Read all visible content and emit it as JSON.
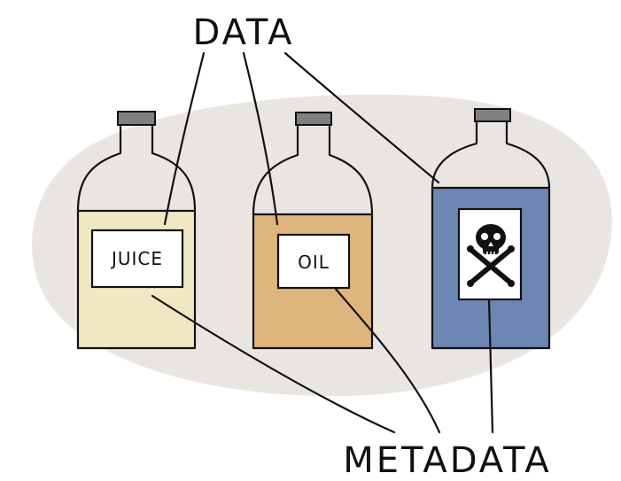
{
  "top_label": "DATA",
  "bottom_label": "METADATA",
  "bottles": [
    {
      "name": "juice",
      "label": "JUICE",
      "fill_color": "#efe8c2"
    },
    {
      "name": "oil",
      "label": "OIL",
      "fill_color": "#dfb57e"
    },
    {
      "name": "poison",
      "label": "",
      "icon": "skull-and-crossbones-icon",
      "fill_color": "#6d86b4"
    }
  ],
  "colors": {
    "background_blob": "#e9e6e2",
    "bottle_cap": "#808080",
    "ink": "#111111"
  }
}
